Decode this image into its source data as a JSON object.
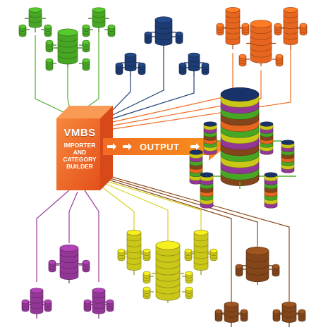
{
  "hub": {
    "title": "VMBS",
    "lines": [
      "IMPORTER",
      "AND",
      "CATEGORY",
      "BUILDER"
    ]
  },
  "output_label": "OUTPUT",
  "colors": {
    "green": "#4caf27",
    "blue": "#1f3f7a",
    "orange": "#f26b21",
    "purple": "#9b3a9f",
    "yellow": "#d6d11a",
    "brown": "#8a4a1c",
    "hub": "#f15a24",
    "navy": "#142c5c"
  }
}
